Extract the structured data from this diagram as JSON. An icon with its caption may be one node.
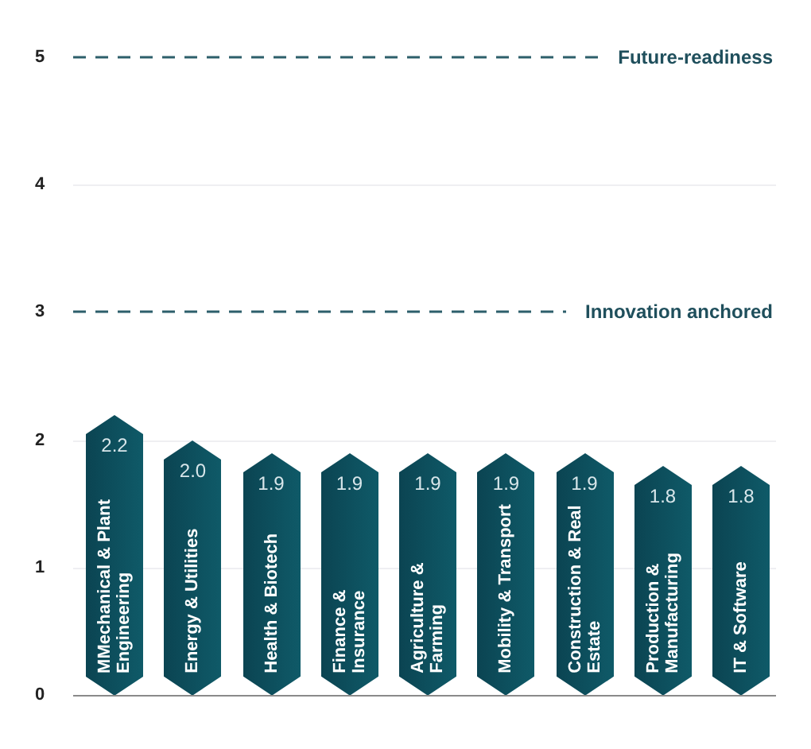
{
  "diagram": {
    "chart_data": {
      "type": "bar",
      "orientation": "vertical",
      "categories": [
        "MMechanical & Plant Engineering",
        "Energy & Utilities",
        "Health & Biotech",
        "Finance & Insurance",
        "Agriculture & Farming",
        "Mobility & Transport",
        "Construction & Real Estate",
        "Production & Manufacturing",
        "IT & Software"
      ],
      "series": [
        {
          "color": "#0b4452",
          "values": [
            2.2,
            2.0,
            1.9,
            1.9,
            1.9,
            1.9,
            1.9,
            1.8,
            1.8
          ]
        }
      ],
      "ylim": [
        0,
        5
      ],
      "yticks": [
        0,
        1,
        2,
        3,
        4,
        5
      ],
      "value_labels": [
        "2.2",
        "2.0",
        "1.9",
        "1.9",
        "1.9",
        "1.9",
        "1.9",
        "1.8",
        "1.8"
      ],
      "annotations": [
        "Future-readiness",
        "Innovation anchored"
      ]
    }
  }
}
